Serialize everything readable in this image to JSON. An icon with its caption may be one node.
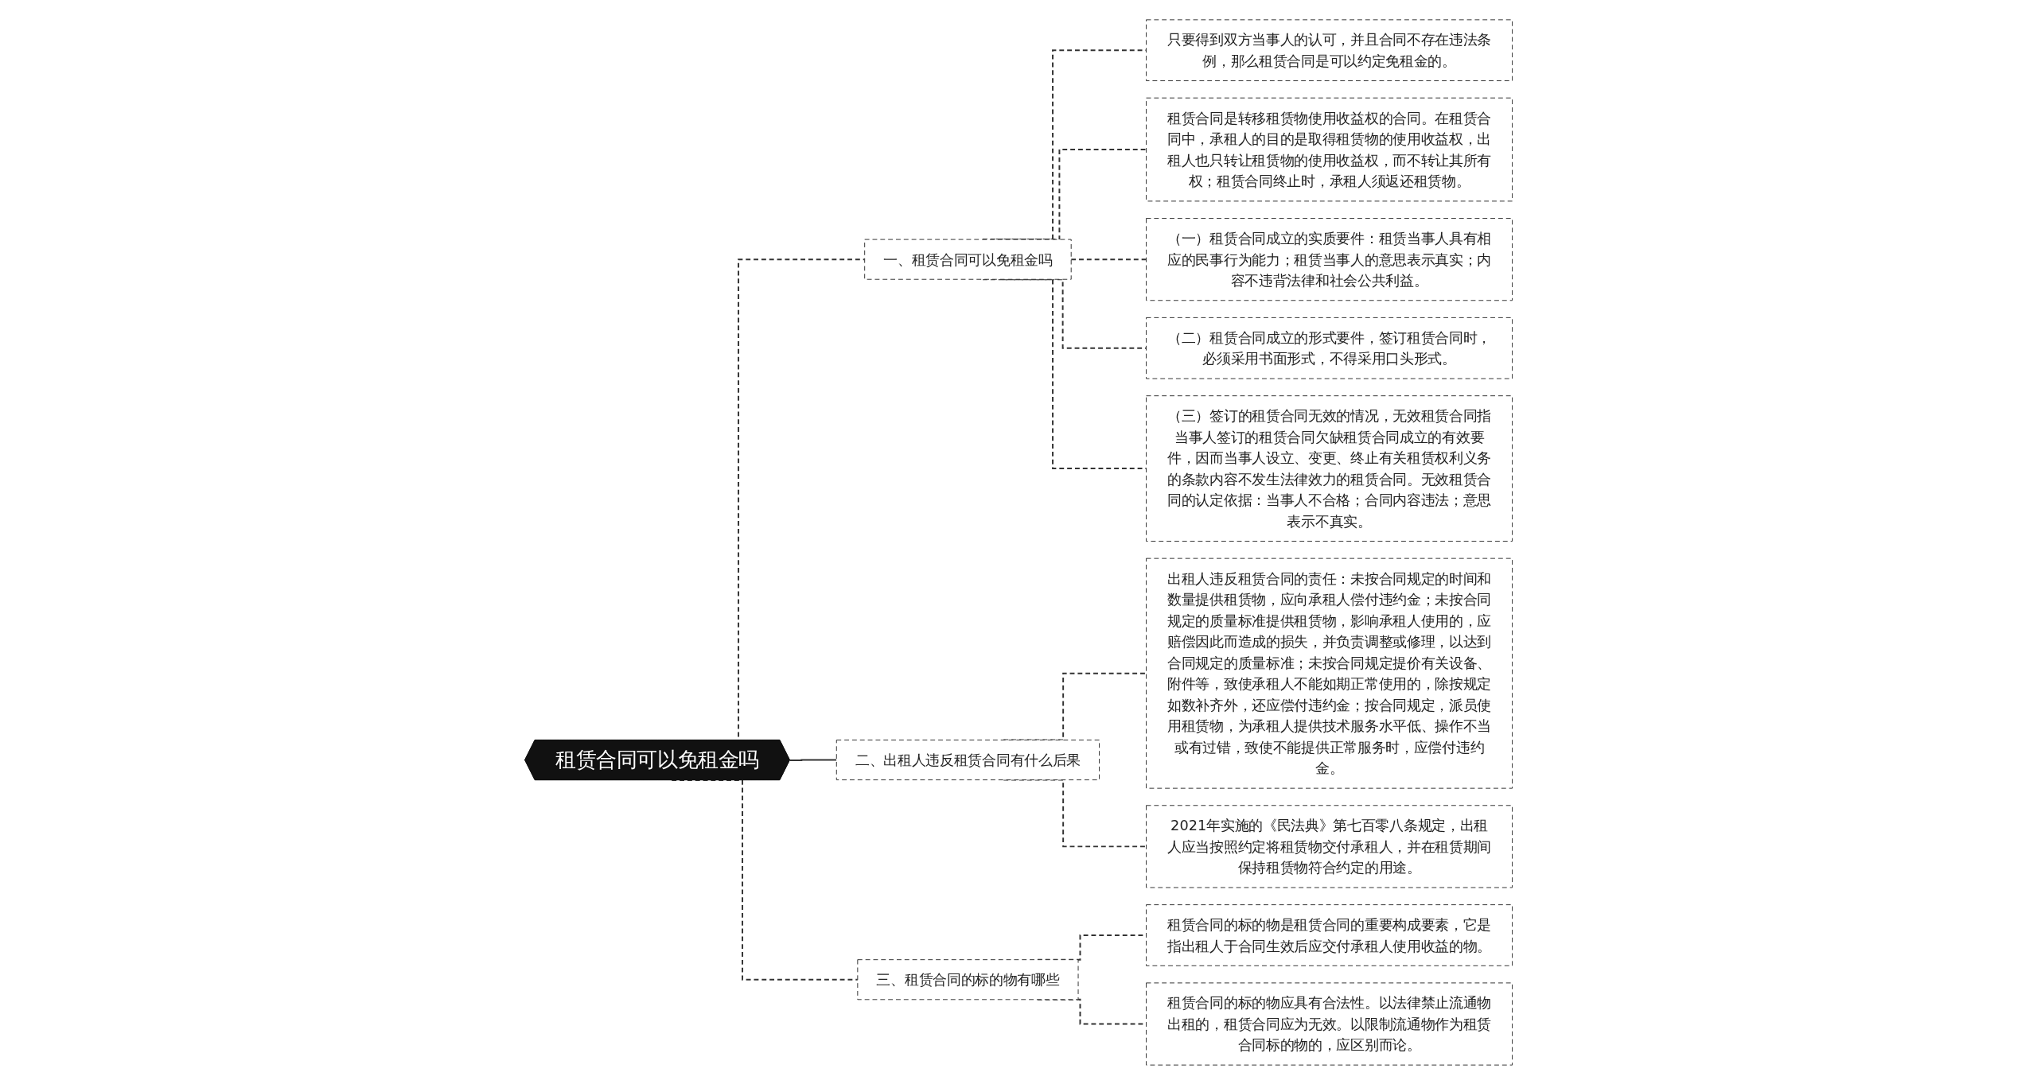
{
  "diagram": {
    "nodes": [
      {
        "text": [
          "租赁合同可以免租金吗"
        ]
      },
      {
        "text": [
          "一、租赁合同可以免租金吗"
        ]
      },
      {
        "text": [
          "只要得到双方当事人的认可，并且合同不存在违法条例，那么租赁合同是可以约定免租金的。"
        ]
      },
      {
        "text": [
          "租赁合同是转移租赁物使用收益权的合同。在租赁合同中，承租人的目的是取得租赁物的使用收益权，出租人也只转让租赁物的使用收益权，而不转让其所有权；租赁合同终止时，承租人须返还租赁物。"
        ]
      },
      {
        "text": [
          "（一）租赁合同成立的实质要件：租赁当事人具有相应的民事行为能力；租赁当事人的意思表示真实；内容不违背法律和社会公共利益。"
        ]
      },
      {
        "text": [
          "（二）租赁合同成立的形式要件，签订租赁合同时，必须采用书面形式，不得采用口头形式。"
        ]
      },
      {
        "text": [
          "（三）签订的租赁合同无效的情况，无效租赁合同指当事人签订的租赁合同欠缺租赁合同成立的有效要件，因而当事人设立、变更、终止有关租赁权利义务的条款内容不发生法律效力的租赁合同。无效租赁合同的认定依据：当事人不合格；合同内容违法；意思表示不真实。"
        ]
      },
      {
        "text": [
          "二、出租人违反租赁合同有什么后果"
        ]
      },
      {
        "text": [
          "出租人违反租赁合同的责任：未按合同规定的时间和数量提供租赁物，应向承租人偿付违约金；未按合同规定的质量标准提供租赁物，影响承租人使用的，应赔偿因此而造成的损失，并负责调整或修理，以达到合同规定的质量标准；未按合同规定提价有关设备、附件等，致使承租人不能如期正常使用的，除按规定如数补齐外，还应偿付违约金；按合同规定，派员使用租赁物，为承租人提供技术服务水平低、操作不当或有过错，致使不能提供正常服务时，应偿付违约金。"
        ]
      },
      {
        "text": [
          "2021年实施的《民法典》第七百零八条规定，出租人应当按照约定将租赁物交付承租人，并在租赁期间保持租赁物符合约定的用途。"
        ]
      },
      {
        "text": [
          "三、租赁合同的标的物有哪些"
        ]
      },
      {
        "text": [
          "租赁合同的标的物是租赁合同的重要构成要素，它是指出租人于合同生效后应交付承租人使用收益的物。"
        ]
      },
      {
        "text": [
          "租赁合同的标的物应具有合法性。以法律禁止流通物出租的，租赁合同应为无效。以限制流通物作为租赁合同标的物的，应区别而论。"
        ]
      }
    ],
    "edges": [
      {
        "from": 0,
        "to": 1,
        "arrow": "none",
        "style": "dashed"
      },
      {
        "from": 1,
        "to": 2,
        "arrow": "none",
        "style": "dashed"
      },
      {
        "from": 1,
        "to": 3,
        "arrow": "none",
        "style": "dashed"
      },
      {
        "from": 1,
        "to": 4,
        "arrow": "none",
        "style": "dashed"
      },
      {
        "from": 1,
        "to": 5,
        "arrow": "none",
        "style": "dashed"
      },
      {
        "from": 1,
        "to": 6,
        "arrow": "none",
        "style": "dashed"
      },
      {
        "from": 0,
        "to": 7,
        "arrow": "none"
      },
      {
        "from": 7,
        "to": 8,
        "arrow": "none",
        "style": "dashed"
      },
      {
        "from": 7,
        "to": 9,
        "arrow": "none",
        "style": "dashed"
      },
      {
        "from": 0,
        "to": 10,
        "arrow": "none",
        "style": "dashed"
      },
      {
        "from": 10,
        "to": 11,
        "arrow": "none",
        "style": "dashed"
      },
      {
        "from": 10,
        "to": 12,
        "arrow": "none",
        "style": "dashed"
      }
    ]
  }
}
